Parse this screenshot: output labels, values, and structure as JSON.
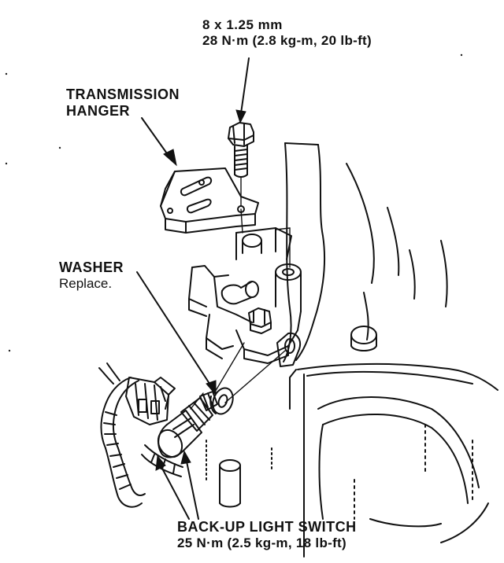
{
  "labels": {
    "bolt": {
      "line1": "8 x 1.25 mm",
      "line2": "28 N·m (2.8 kg-m, 20 lb-ft)"
    },
    "hanger": {
      "line1": "TRANSMISSION",
      "line2": "HANGER"
    },
    "washer": {
      "title": "WASHER",
      "note": "Replace."
    },
    "switch": {
      "title": "BACK-UP LIGHT SWITCH",
      "torque": "25 N·m (2.5 kg-m, 18 lb-ft)"
    }
  },
  "colors": {
    "ink": "#111111",
    "background": "#ffffff"
  },
  "icons": [
    "bolt-icon",
    "washer-icon",
    "switch-icon",
    "connector-icon"
  ]
}
